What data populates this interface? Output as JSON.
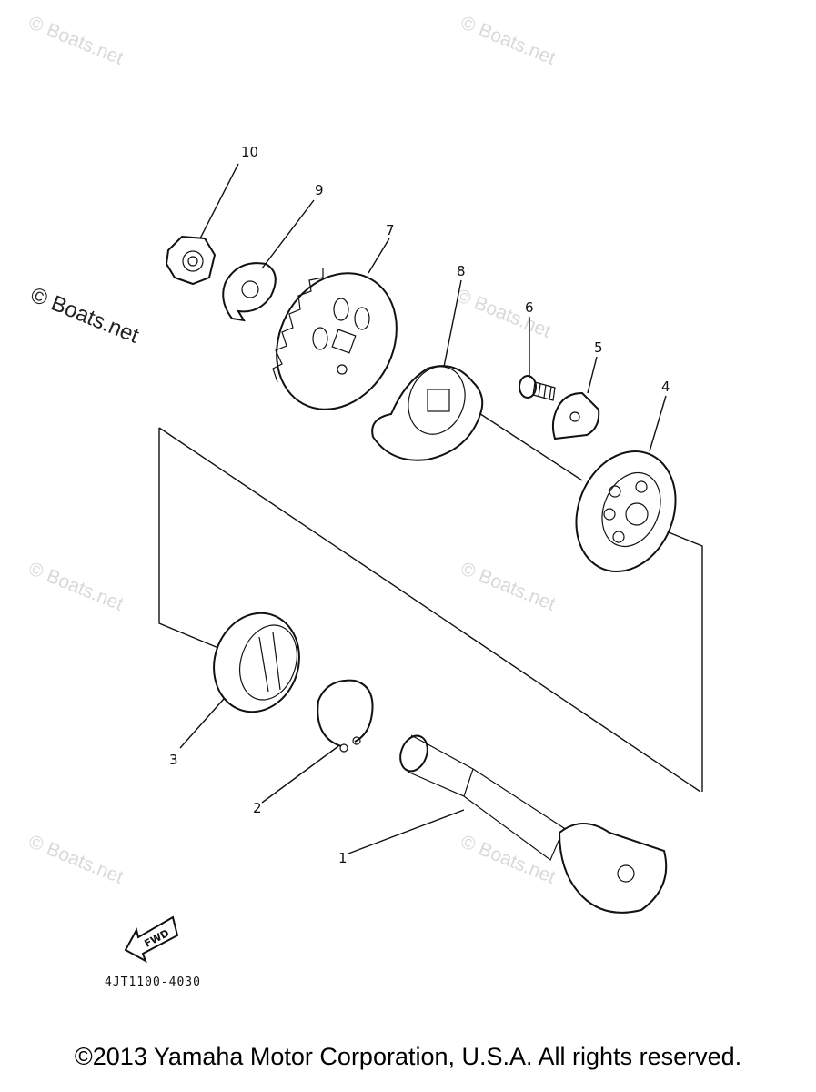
{
  "watermarks": [
    "© Boats.net",
    "© Boats.net",
    "© Boats.net",
    "© Boats.net",
    "© Boats.net",
    "© Boats.net",
    "© Boats.net",
    "© Boats.net"
  ],
  "watermark_prominent": "© Boats.net",
  "callouts": [
    {
      "number": "1",
      "part": "shaft"
    },
    {
      "number": "2",
      "part": "circlip"
    },
    {
      "number": "3",
      "part": "needle-bearing"
    },
    {
      "number": "4",
      "part": "ball-bearing"
    },
    {
      "number": "5",
      "part": "plate"
    },
    {
      "number": "6",
      "part": "screw"
    },
    {
      "number": "7",
      "part": "gear"
    },
    {
      "number": "8",
      "part": "weight"
    },
    {
      "number": "9",
      "part": "lock-washer"
    },
    {
      "number": "10",
      "part": "nut"
    }
  ],
  "fwd_label": "FWD",
  "diagram_code": "4JT1100-4030",
  "copyright": "©2013 Yamaha Motor Corporation, U.S.A. All rights reserved.",
  "colors": {
    "ink": "#111111",
    "watermark": "#d9d9d9",
    "background": "#ffffff"
  }
}
